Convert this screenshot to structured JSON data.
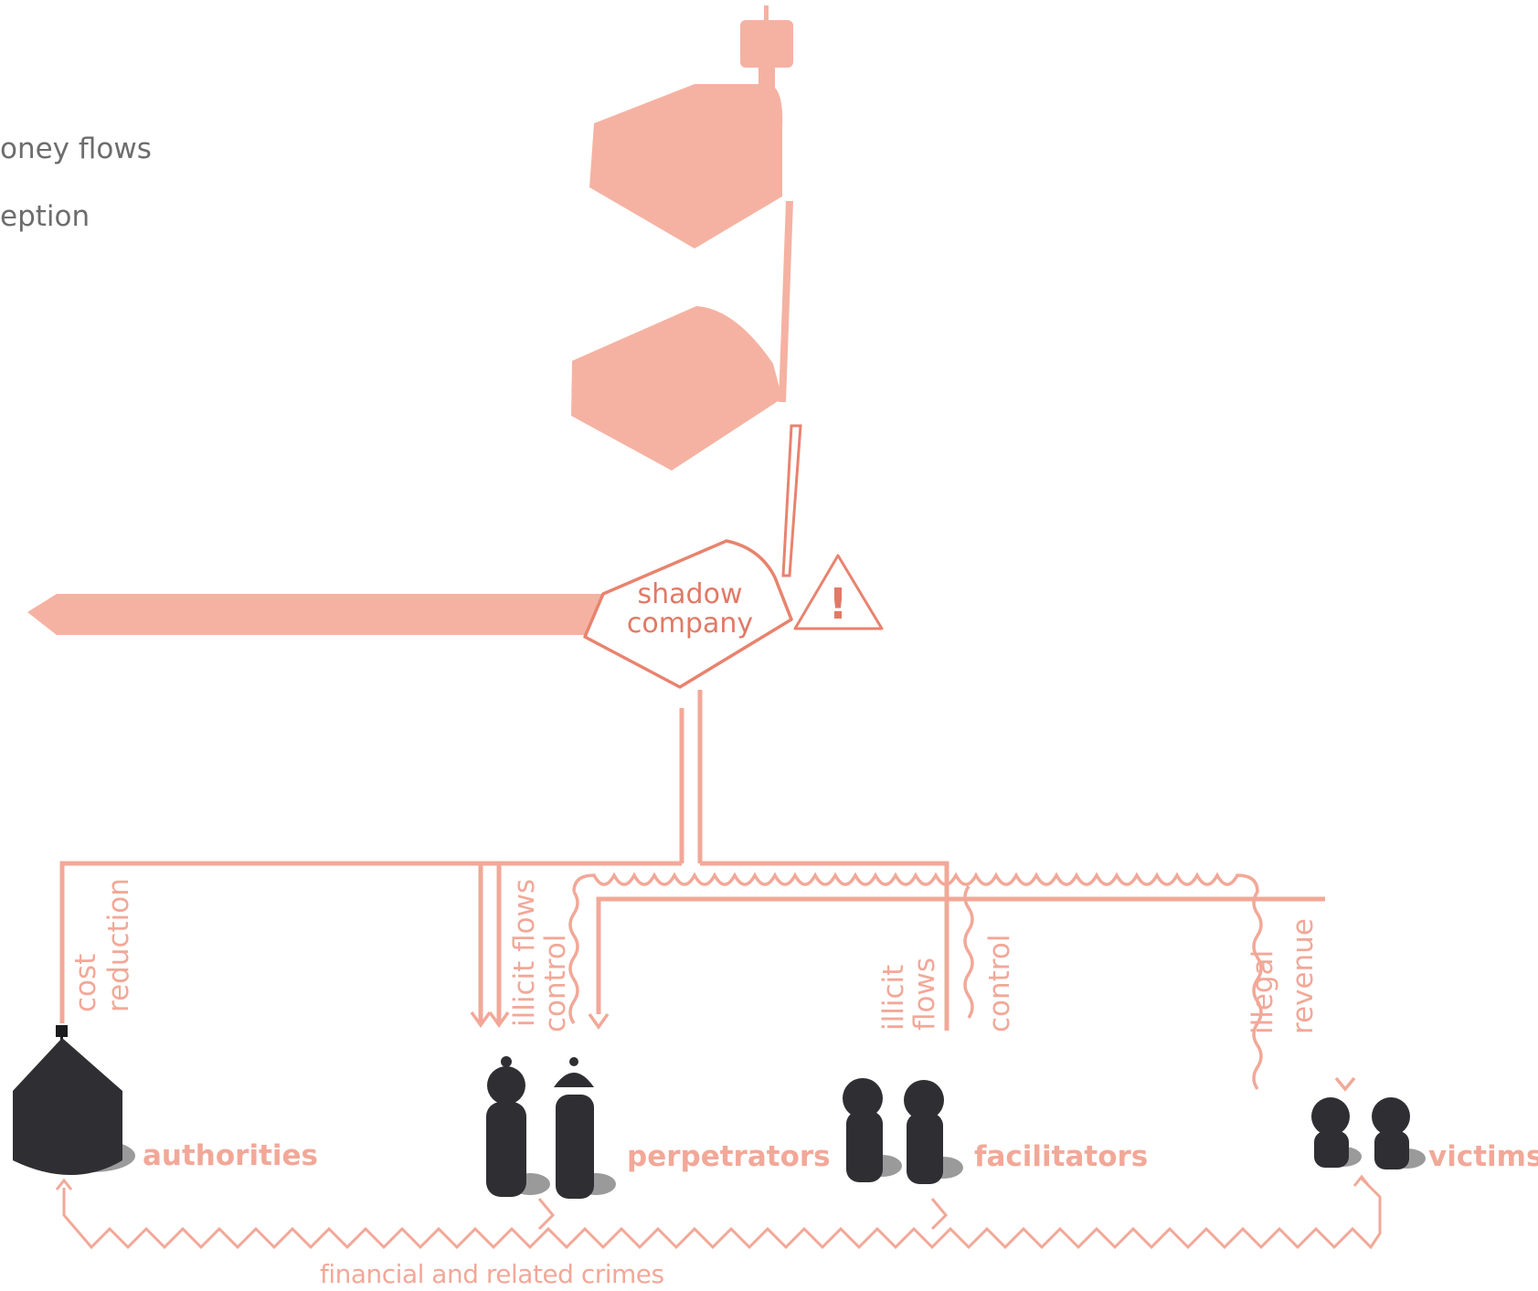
{
  "legend": {
    "item1": "oney flows",
    "item2": "eption"
  },
  "hub": {
    "line1": "shadow",
    "line2": "company",
    "warning_glyph": "!"
  },
  "flows": {
    "cost": "cost",
    "reduction": "reduction",
    "illicit_flows_top": "illicit flows",
    "control_left": "control",
    "illicit": "illicit",
    "flows": "flows",
    "control_right": "control",
    "illegal": "illegal",
    "revenue": "revenue"
  },
  "actors": {
    "authorities": "authorities",
    "perpetrators": "perpetrators",
    "facilitators": "facilitators",
    "victims": "victims"
  },
  "bottom": {
    "crimes": "financial and related crimes"
  },
  "colors": {
    "salmon": "#f5b2a2",
    "salmon_line": "#f2a898",
    "company_outline": "#e8836e",
    "figure": "#2f2f33",
    "shadow": "#9a9a9a",
    "legend_text": "#6d6d6d"
  },
  "icons": [
    "ship-icon",
    "ship-icon",
    "warning-icon",
    "building-icon",
    "person-icon"
  ]
}
